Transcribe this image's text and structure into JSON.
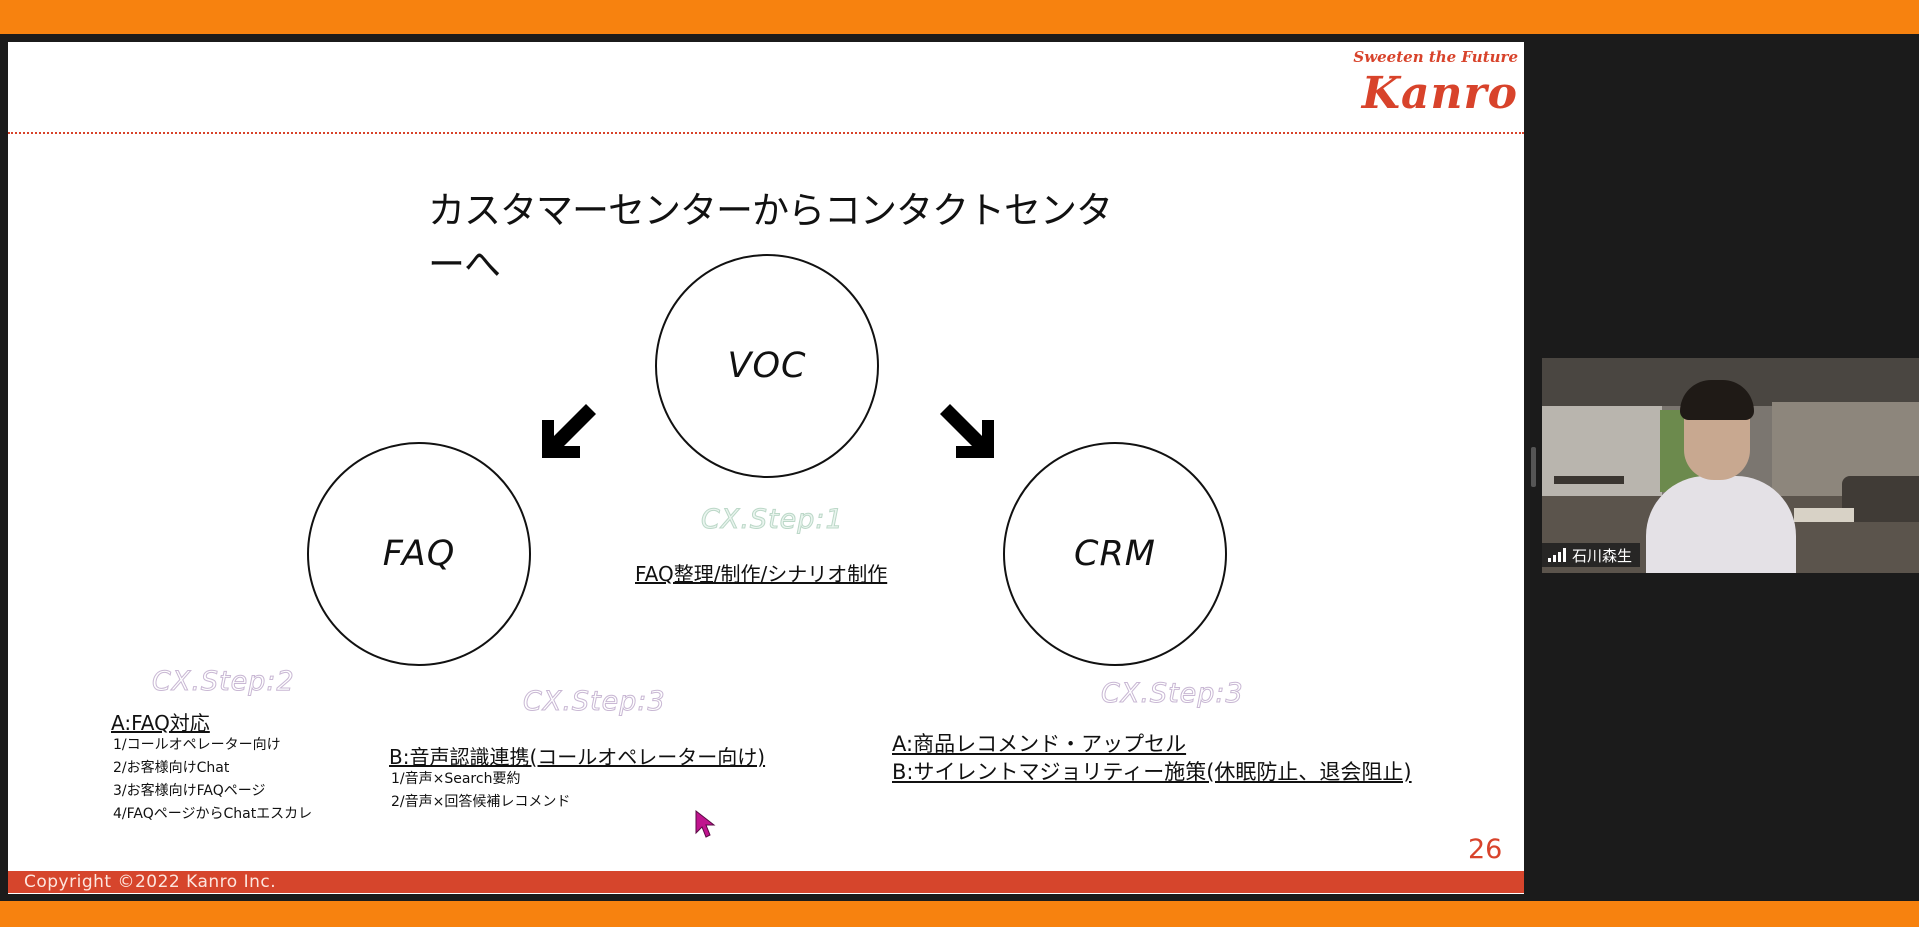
{
  "slide": {
    "tagline": "Sweeten the Future",
    "logo": "Kanro",
    "title": "カスタマーセンターからコンタクトセンターへ",
    "circles": {
      "voc": "VOC",
      "faq": "FAQ",
      "crm": "CRM"
    },
    "step1": {
      "label": "CX.Step:1",
      "text": "FAQ整理/制作/シナリオ制作"
    },
    "step2": {
      "label": "CX.Step:2",
      "heading": "A:FAQ対応",
      "items": [
        "1/コールオペレーター向け",
        "2/お客様向けChat",
        "3/お客様向けFAQページ",
        "4/FAQページからChatエスカレ"
      ]
    },
    "step3_left": {
      "label": "CX.Step:3",
      "heading": "B:音声認識連携(コールオペレーター向け)",
      "items": [
        "1/音声×Search要約",
        "2/音声×回答候補レコメンド"
      ]
    },
    "step3_right": {
      "label": "CX.Step:3",
      "line_a": "A:商品レコメンド・アップセル",
      "line_b": "B:サイレントマジョリティー施策(休眠防止、退会阻止)"
    },
    "page_number": "26",
    "footer": "Copyright ©2022 Kanro Inc."
  },
  "video": {
    "participant_name": "石川森生",
    "signal_icon": "signal-bars-icon"
  },
  "colors": {
    "frame": "#f7820f",
    "brand_red": "#d8432b",
    "step_label": "#c9b8d4"
  }
}
